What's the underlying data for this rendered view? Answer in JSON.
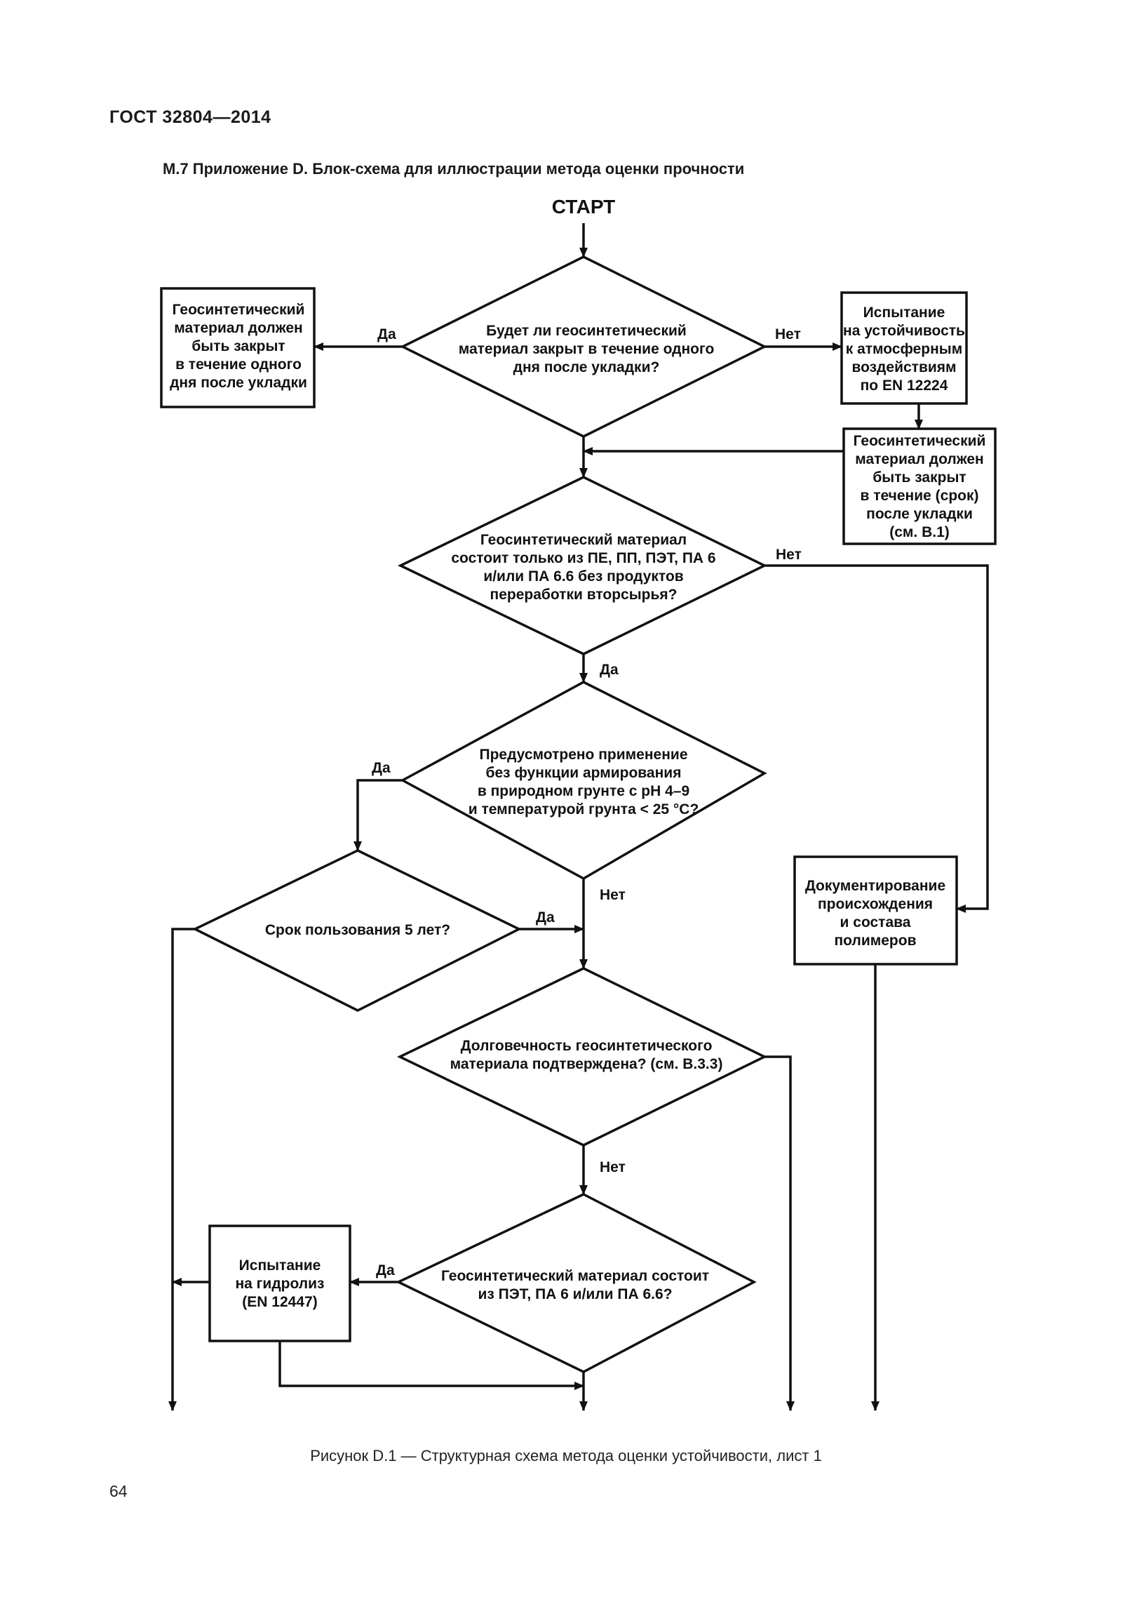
{
  "header": "ГОСТ 32804—2014",
  "section_title": "М.7 Приложение D. Блок-схема для иллюстрации метода оценки прочности",
  "caption": "Рисунок D.1 — Структурная схема метода оценки устойчивости, лист 1",
  "page_number": "64",
  "nodes": {
    "start": [
      "СТАРТ"
    ],
    "q1": [
      "Будет ли геосинтетический",
      "материал закрыт в течение одного",
      "дня после укладки?"
    ],
    "box_left1": [
      "Геосинтетический",
      "материал должен",
      "быть закрыт",
      "в течение одного",
      "дня после укладки"
    ],
    "box_weather": [
      "Испытание",
      "на устойчивость",
      "к атмосферным",
      "воздействиям",
      "по EN 12224"
    ],
    "box_term": [
      "Геосинтетический",
      "материал должен",
      "быть закрыт",
      "в течение (срок)",
      "после укладки",
      "(см. В.1)"
    ],
    "q2": [
      "Геосинтетический материал",
      "состоит только из ПЕ, ПП, ПЭТ, ПА 6",
      "и/или ПА 6.6 без продуктов",
      "переработки вторсырья?"
    ],
    "q3": [
      "Предусмотрено применение",
      "без функции армирования",
      "в природном грунте с pH 4–9",
      "и температурой грунта < 25 °С?"
    ],
    "q4": [
      "Срок пользования 5 лет?"
    ],
    "box_doc": [
      "Документирование",
      "происхождения",
      "и состава",
      "полимеров"
    ],
    "q5": [
      "Долговечность геосинтетического",
      "материала подтверждена? (см. В.3.3)"
    ],
    "q6": [
      "Геосинтетический материал состоит",
      "из ПЭТ, ПА 6 и/или ПА 6.6?"
    ],
    "box_hydro": [
      "Испытание",
      "на гидролиз",
      "(EN 12447)"
    ]
  },
  "labels": {
    "q1_yes": "Да",
    "q1_no": "Нет",
    "q2_no": "Нет",
    "q2_yes": "Да",
    "q3_yes": "Да",
    "q3_no": "Нет",
    "q4_yes": "Да",
    "q5_no": "Нет",
    "q6_yes": "Да"
  }
}
